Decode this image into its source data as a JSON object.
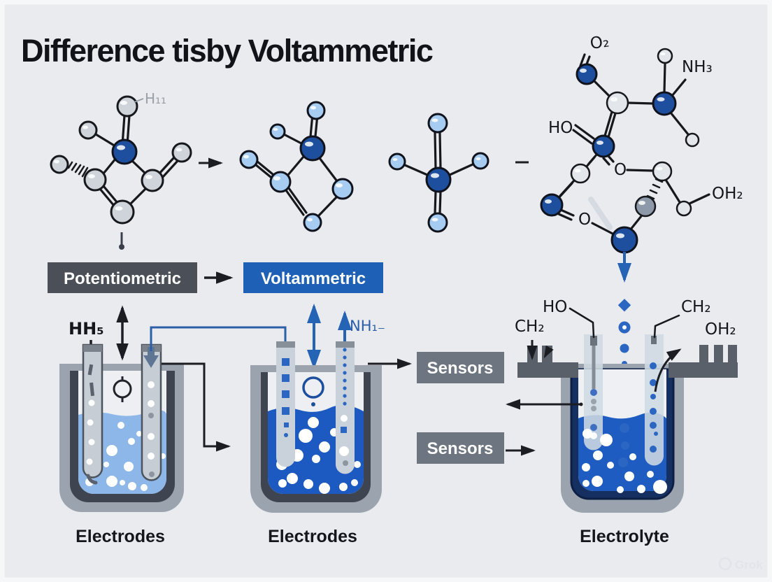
{
  "title": "Difference tisby Voltammetric",
  "molecules": {
    "m1_label": "H₁₁",
    "m4": {
      "o2": "O₂",
      "nh3": "NH₃",
      "ho": "HO",
      "oh2": "OH₂",
      "o_atom1": "O",
      "o_atom2": "O"
    }
  },
  "flow": {
    "potentiometric": "Potentiometric",
    "voltammetric": "Voltammetric",
    "sensors_top": "Sensors",
    "sensors_bottom": "Sensors"
  },
  "cell1": {
    "gas_label": "HH₅",
    "caption": "Electrodes"
  },
  "cell2": {
    "ion_label": "NH₁₋",
    "caption": "Electrodes"
  },
  "cell3": {
    "ch2_left": "CH₂",
    "ho": "HO",
    "ch2_right": "CH₂",
    "oh2": "OH₂",
    "caption": "Electrolyte"
  },
  "watermark": "Grok",
  "colors": {
    "background": "#e9ebef",
    "accent_blue": "#1d60b5",
    "box_gray": "#4a4f58",
    "sensor_gray": "#6d7580",
    "liquid_light": "#8db7e8",
    "liquid_dark": "#1c59c0",
    "beaker_outer": "#9ba4ae",
    "beaker_inner": "#3e4450"
  }
}
